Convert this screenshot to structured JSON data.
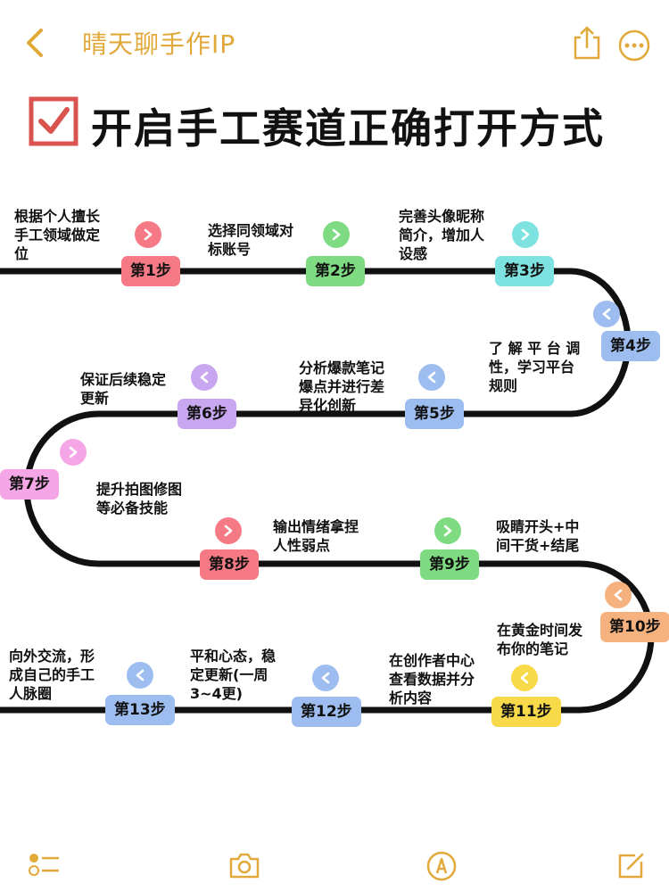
{
  "nav": {
    "title": "晴天聊手作IP"
  },
  "headline": {
    "text": "开启手工赛道正确打开方式"
  },
  "colors": {
    "accent": "#E0A93A",
    "red": "#F57A85",
    "green": "#7FDB82",
    "cyan": "#7EE3E0",
    "blue": "#9DBDF0",
    "purple": "#C9A7F0",
    "pink": "#F5A6E6",
    "orange": "#F5B27E",
    "yellow": "#F7D94A",
    "road": "#111111"
  },
  "steps": [
    {
      "label": "第1步",
      "desc": [
        "根据个人擅长",
        "手工领域做定",
        "位"
      ],
      "color": "red",
      "dir": "right"
    },
    {
      "label": "第2步",
      "desc": [
        "选择同领域对",
        "标账号"
      ],
      "color": "green",
      "dir": "right"
    },
    {
      "label": "第3步",
      "desc": [
        "完善头像昵称",
        "简介，增加人",
        "设感"
      ],
      "color": "cyan",
      "dir": "right"
    },
    {
      "label": "第4步",
      "desc": [
        "了 解 平 台 调",
        "性，学习平台",
        "规则"
      ],
      "color": "blue",
      "dir": "left"
    },
    {
      "label": "第5步",
      "desc": [
        "分析爆款笔记",
        "爆点并进行差",
        "异化创新"
      ],
      "color": "blue",
      "dir": "left"
    },
    {
      "label": "第6步",
      "desc": [
        "保证后续稳定",
        "更新"
      ],
      "color": "purple",
      "dir": "left"
    },
    {
      "label": "第7步",
      "desc": [
        "提升拍图修图",
        "等必备技能"
      ],
      "color": "pink",
      "dir": "right"
    },
    {
      "label": "第8步",
      "desc": [
        "输出情绪拿捏",
        "人性弱点"
      ],
      "color": "red",
      "dir": "right"
    },
    {
      "label": "第9步",
      "desc": [
        "吸睛开头+中",
        "间干货+结尾"
      ],
      "color": "green",
      "dir": "right"
    },
    {
      "label": "第10步",
      "desc": [
        "在黄金时间发",
        "布你的笔记"
      ],
      "color": "orange",
      "dir": "left"
    },
    {
      "label": "第11步",
      "desc": [
        "在创作者中心",
        "查看数据并分",
        "析内容"
      ],
      "color": "yellow",
      "dir": "left"
    },
    {
      "label": "第12步",
      "desc": [
        "平和心态，稳",
        "定更新(一周",
        "3~4更)"
      ],
      "color": "blue",
      "dir": "left"
    },
    {
      "label": "第13步",
      "desc": [
        "向外交流，形",
        "成自己的手工",
        "人脉圈"
      ],
      "color": "blue",
      "dir": "left"
    }
  ],
  "tabbar": {
    "icons": [
      "checklist-icon",
      "camera-icon",
      "pen-icon",
      "compose-icon"
    ]
  }
}
